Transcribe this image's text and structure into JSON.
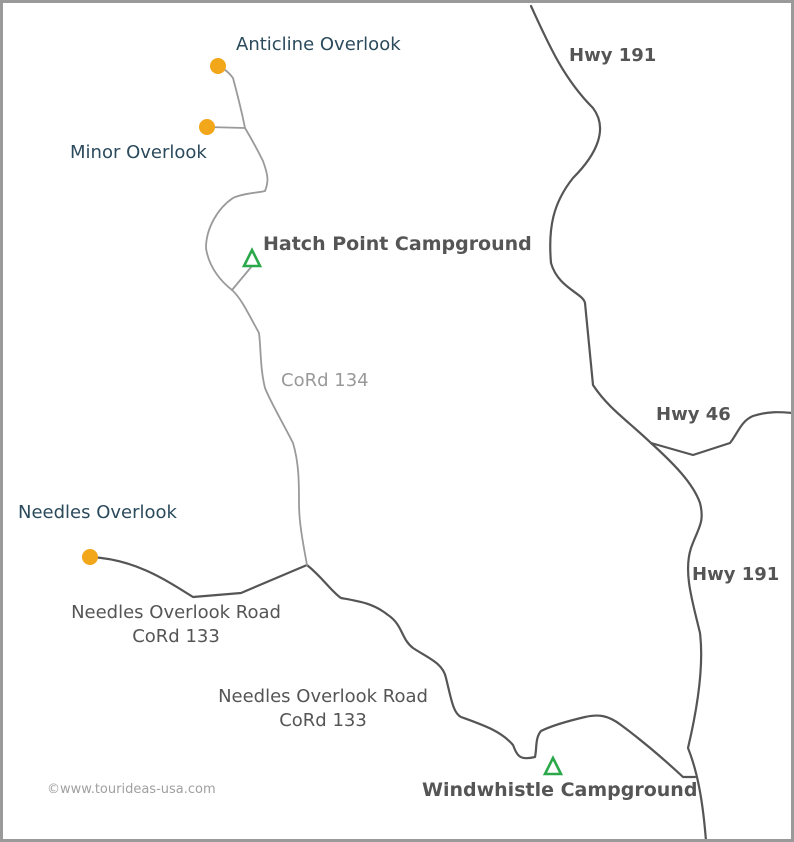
{
  "overlooks": {
    "anticline": "Anticline Overlook",
    "minor": "Minor Overlook",
    "needles": "Needles Overlook"
  },
  "highways": {
    "hwy191_north": "Hwy 191",
    "hwy46": "Hwy 46",
    "hwy191_south": "Hwy 191"
  },
  "county_roads": {
    "cord134": "CoRd 134",
    "needles_road_1": {
      "name": "Needles Overlook Road",
      "number": "CoRd 133"
    },
    "needles_road_2": {
      "name": "Needles Overlook Road",
      "number": "CoRd 133"
    }
  },
  "campgrounds": {
    "hatch_point": "Hatch Point Campground",
    "windwhistle": "Windwhistle Campground"
  },
  "copyright": "©www.tourideas-usa.com",
  "colors": {
    "overlook_marker": "#f2a619",
    "campground_marker": "#2aa84a",
    "highway": "#555555",
    "county_road": "#9a9a9a",
    "overlook_label": "#2b4a5c",
    "border": "#9a9a9a"
  }
}
